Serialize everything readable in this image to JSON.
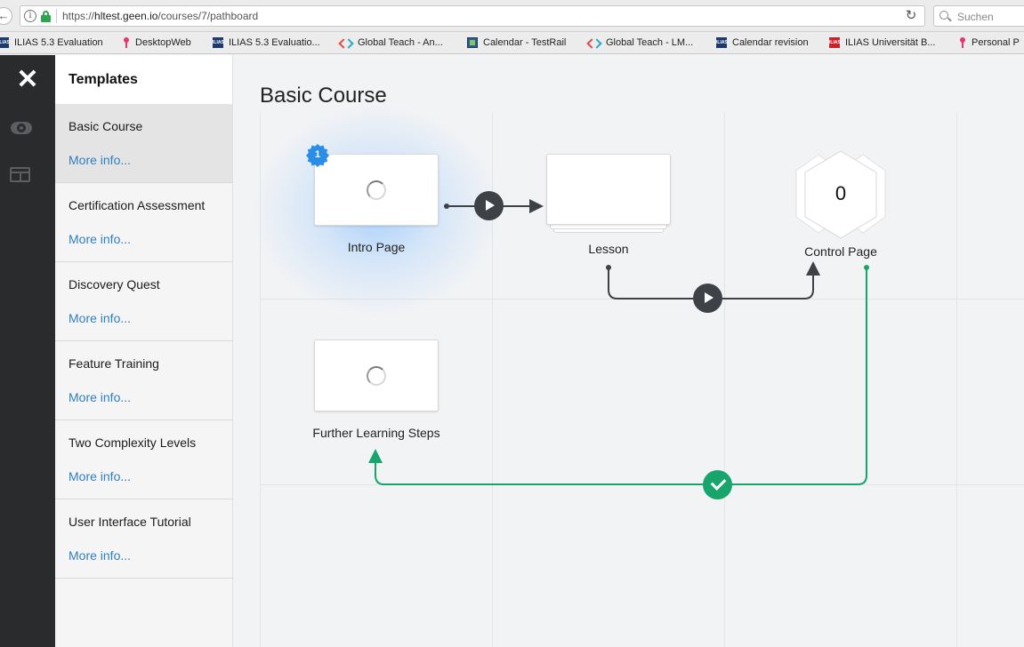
{
  "browser": {
    "url_prefix": "https://",
    "url_host": "hltest.geen.io",
    "url_path": "/courses/7/pathboard",
    "search_placeholder": "Suchen",
    "bookmarks": [
      {
        "label": "ILIAS 5.3 Evaluation",
        "icon": "ilias-icon"
      },
      {
        "label": "DesktopWeb",
        "icon": "pin-icon"
      },
      {
        "label": "ILIAS 5.3 Evaluatio...",
        "icon": "ilias-icon"
      },
      {
        "label": "Global Teach - An...",
        "icon": "geen-icon"
      },
      {
        "label": "Calendar - TestRail",
        "icon": "testrail-icon"
      },
      {
        "label": "Global Teach - LM...",
        "icon": "geen-icon"
      },
      {
        "label": "Calendar revision",
        "icon": "ilias-icon"
      },
      {
        "label": "ILIAS Universität B...",
        "icon": "ilias-red-icon"
      },
      {
        "label": "Personal P",
        "icon": "pin-icon"
      }
    ]
  },
  "rail": {
    "close_label": "✕"
  },
  "templates": {
    "title": "Templates",
    "items": [
      {
        "name": "Basic Course",
        "more": "More info..."
      },
      {
        "name": "Certification Assessment",
        "more": "More info..."
      },
      {
        "name": "Discovery Quest",
        "more": "More info..."
      },
      {
        "name": "Feature Training",
        "more": "More info..."
      },
      {
        "name": "Two Complexity Levels",
        "more": "More info..."
      },
      {
        "name": "User Interface Tutorial",
        "more": "More info..."
      }
    ]
  },
  "board": {
    "title": "Basic Course",
    "nodes": {
      "intro": {
        "label": "Intro Page",
        "badge": "1"
      },
      "lesson": {
        "label": "Lesson"
      },
      "control": {
        "label": "Control Page",
        "count": "0"
      },
      "further": {
        "label": "Further Learning Steps"
      }
    }
  },
  "colors": {
    "accent": "#2b8ee6",
    "success": "#18a56c",
    "connector": "#3e4146",
    "link": "#2f7fc1"
  }
}
